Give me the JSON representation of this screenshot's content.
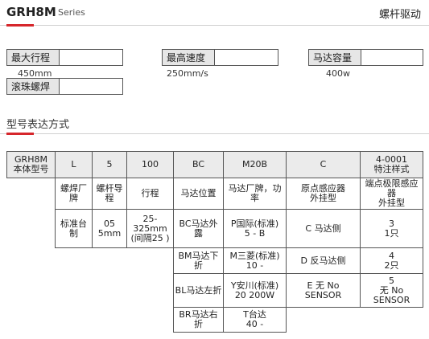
{
  "header": {
    "model": "GRH8M",
    "series": "Series",
    "category": "螺杆驱动"
  },
  "specs": {
    "max_stroke_label": "最大行程",
    "max_stroke_value": "450mm",
    "max_speed_label": "最高速度",
    "max_speed_value": "250mm/s",
    "motor_capacity_label": "马达容量",
    "motor_capacity_value": "400w",
    "ball_screw_label": "滚珠螺焊"
  },
  "section": {
    "title": "型号表达方式"
  },
  "table": {
    "header": [
      "GRH8M\n本体型号",
      "L",
      "5",
      "100",
      "BC",
      "M20B",
      "C",
      "4-0001\n特注样式"
    ],
    "labels": [
      "螺焊厂\n牌",
      "螺杆导\n程",
      "行程",
      "马达位置",
      "马达厂牌，功\n率",
      "原点感应器\n外挂型",
      "端点极限感应\n器\n外挂型"
    ],
    "row1": [
      "标准台\n制",
      "05\n5mm",
      "25-\n325mm\n(间隔25 )",
      "BC马达外\n露",
      "P国际(标准)\n5  -  B",
      "C 马达侧",
      "3\n1只"
    ],
    "row2": [
      "BM马达下\n折",
      "M三菱(标准)\n10  -",
      "D 反马达侧",
      "4\n2只"
    ],
    "row3": [
      "BL马达左折",
      "Y安川(标准)\n20    200W",
      "E 无 No\nSENSOR",
      "5\n无 No\nSENSOR"
    ],
    "row4": [
      "BR马达右\n折",
      "T台达\n40  -"
    ]
  }
}
